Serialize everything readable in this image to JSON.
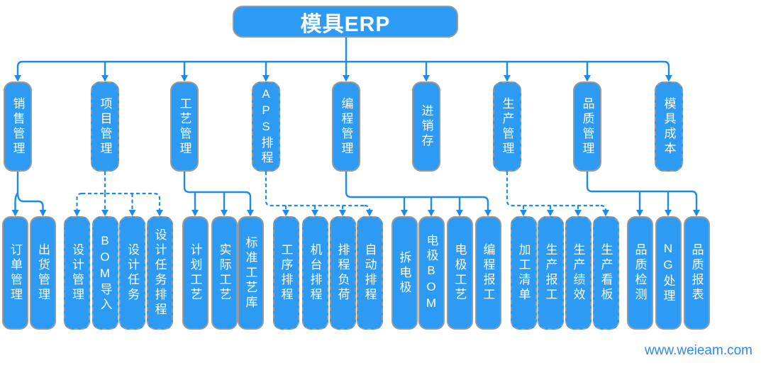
{
  "root": {
    "label": "模具ERP"
  },
  "branches": [
    {
      "label": "销售管理",
      "style": "solid",
      "children": [
        {
          "label": "订单管理"
        },
        {
          "label": "出货管理"
        }
      ]
    },
    {
      "label": "项目管理",
      "style": "dashed",
      "children": [
        {
          "label": "设计管理"
        },
        {
          "label": "BOM导入"
        },
        {
          "label": "设计任务"
        },
        {
          "label": "设计任务排程"
        }
      ]
    },
    {
      "label": "工艺管理",
      "style": "solid",
      "children": [
        {
          "label": "计划工艺"
        },
        {
          "label": "实际工艺"
        },
        {
          "label": "标准工艺库"
        }
      ]
    },
    {
      "label": "APS排程",
      "style": "dashed",
      "children": [
        {
          "label": "工序排程"
        },
        {
          "label": "机台排程"
        },
        {
          "label": "排程负荷"
        },
        {
          "label": "自动排程"
        }
      ]
    },
    {
      "label": "编程管理",
      "style": "solid",
      "children": [
        {
          "label": "拆电极"
        },
        {
          "label": "电极BOM"
        },
        {
          "label": "电极工艺"
        },
        {
          "label": "编程报工"
        }
      ]
    },
    {
      "label": "进销存",
      "style": "solid",
      "children": []
    },
    {
      "label": "生产管理",
      "style": "dashed",
      "children": [
        {
          "label": "加工清单"
        },
        {
          "label": "生产报工"
        },
        {
          "label": "生产绩效"
        },
        {
          "label": "生产看板"
        }
      ]
    },
    {
      "label": "品质管理",
      "style": "solid",
      "children": [
        {
          "label": "品质检测"
        },
        {
          "label": "NG处理"
        },
        {
          "label": "品质报表"
        }
      ]
    },
    {
      "label": "模具成本",
      "style": "dashed",
      "children": []
    }
  ],
  "footer": {
    "watermark": "www.weieam.com"
  },
  "colors": {
    "node_fill": "#2D9BF3",
    "node_border": "#999999",
    "connector": "#1B8CEC",
    "node_text": "#FFFFFF",
    "watermark_text": "#3088EE"
  }
}
